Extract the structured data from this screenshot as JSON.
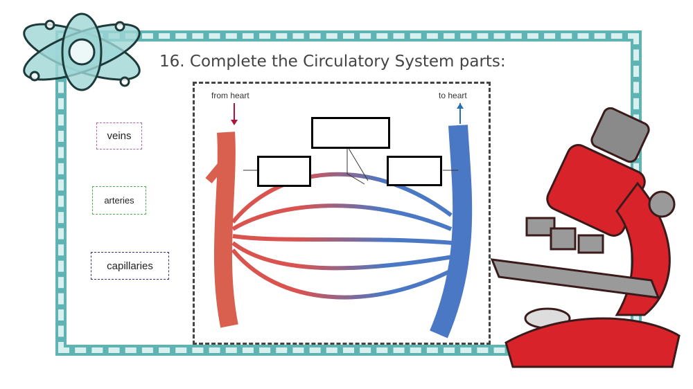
{
  "title": "16. Complete the Circulatory System parts:",
  "tiles": [
    {
      "label": "veins",
      "color": "#b060b0"
    },
    {
      "label": "arteries",
      "color": "#4caf50"
    },
    {
      "label": "capillaries",
      "color": "#303080"
    }
  ],
  "diagram": {
    "from_heart": "from heart",
    "to_heart": "to heart"
  },
  "colors": {
    "frame": "#5fb3b3",
    "artery": "#d9534f",
    "vein": "#4a78c4",
    "microscope": "#d8232a"
  }
}
